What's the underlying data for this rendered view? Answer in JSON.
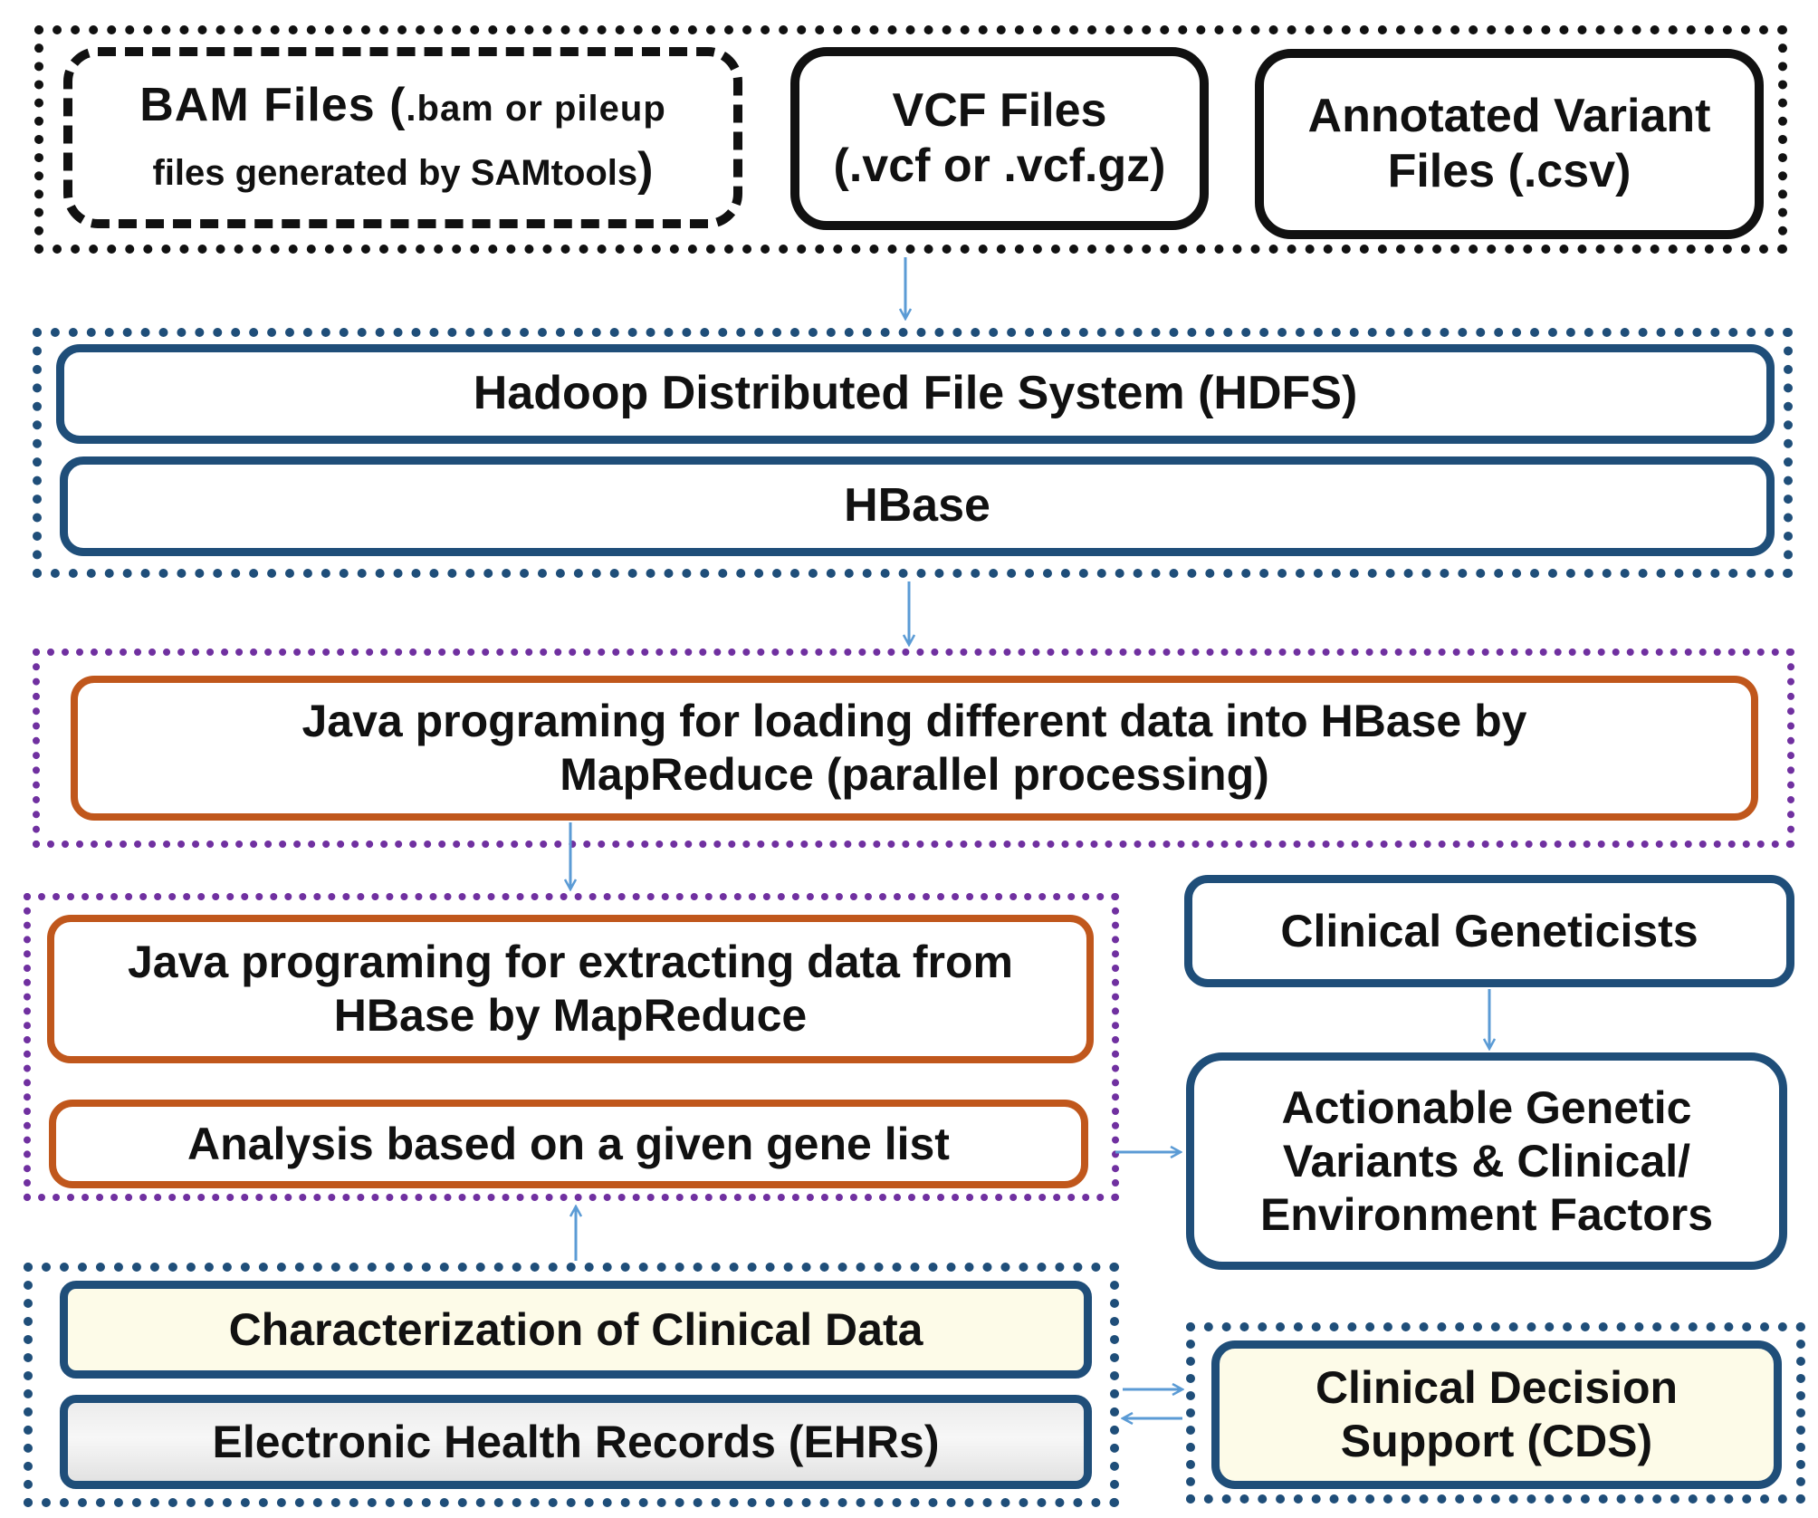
{
  "input_files": {
    "bam": {
      "title": "BAM Files (",
      "detail_line1": ".bam or pileup",
      "line2": "files generated by  SAMtools",
      "line2_close": ")"
    },
    "vcf": {
      "line1": "VCF Files",
      "line2": "(.vcf or .vcf.gz)"
    },
    "annotated": {
      "line1": "Annotated Variant",
      "line2": "Files (.csv)"
    }
  },
  "storage": {
    "hdfs": "Hadoop Distributed File System (HDFS)",
    "hbase": "HBase"
  },
  "loading": {
    "line1": "Java programing for loading different data into HBase by",
    "line2": "MapReduce (parallel processing)"
  },
  "extraction": {
    "extract_line1": "Java programing for extracting data from",
    "extract_line2": "HBase by MapReduce",
    "analysis": "Analysis  based on a given gene list"
  },
  "clinical": {
    "characterization": "Characterization of Clinical Data",
    "ehr": "Electronic Health Records (EHRs)"
  },
  "clinical_geneticists": "Clinical Geneticists",
  "actionable": {
    "line1": "Actionable  Genetic",
    "line2": "Variants & Clinical/",
    "line3": "Environment Factors"
  },
  "cds": {
    "line1": "Clinical Decision",
    "line2": "Support (CDS)"
  },
  "colors": {
    "navy": "#1f4e79",
    "orange": "#c0571c",
    "purple": "#7030a0",
    "arrow": "#5b9bd5",
    "cream": "#fdfbe8"
  }
}
